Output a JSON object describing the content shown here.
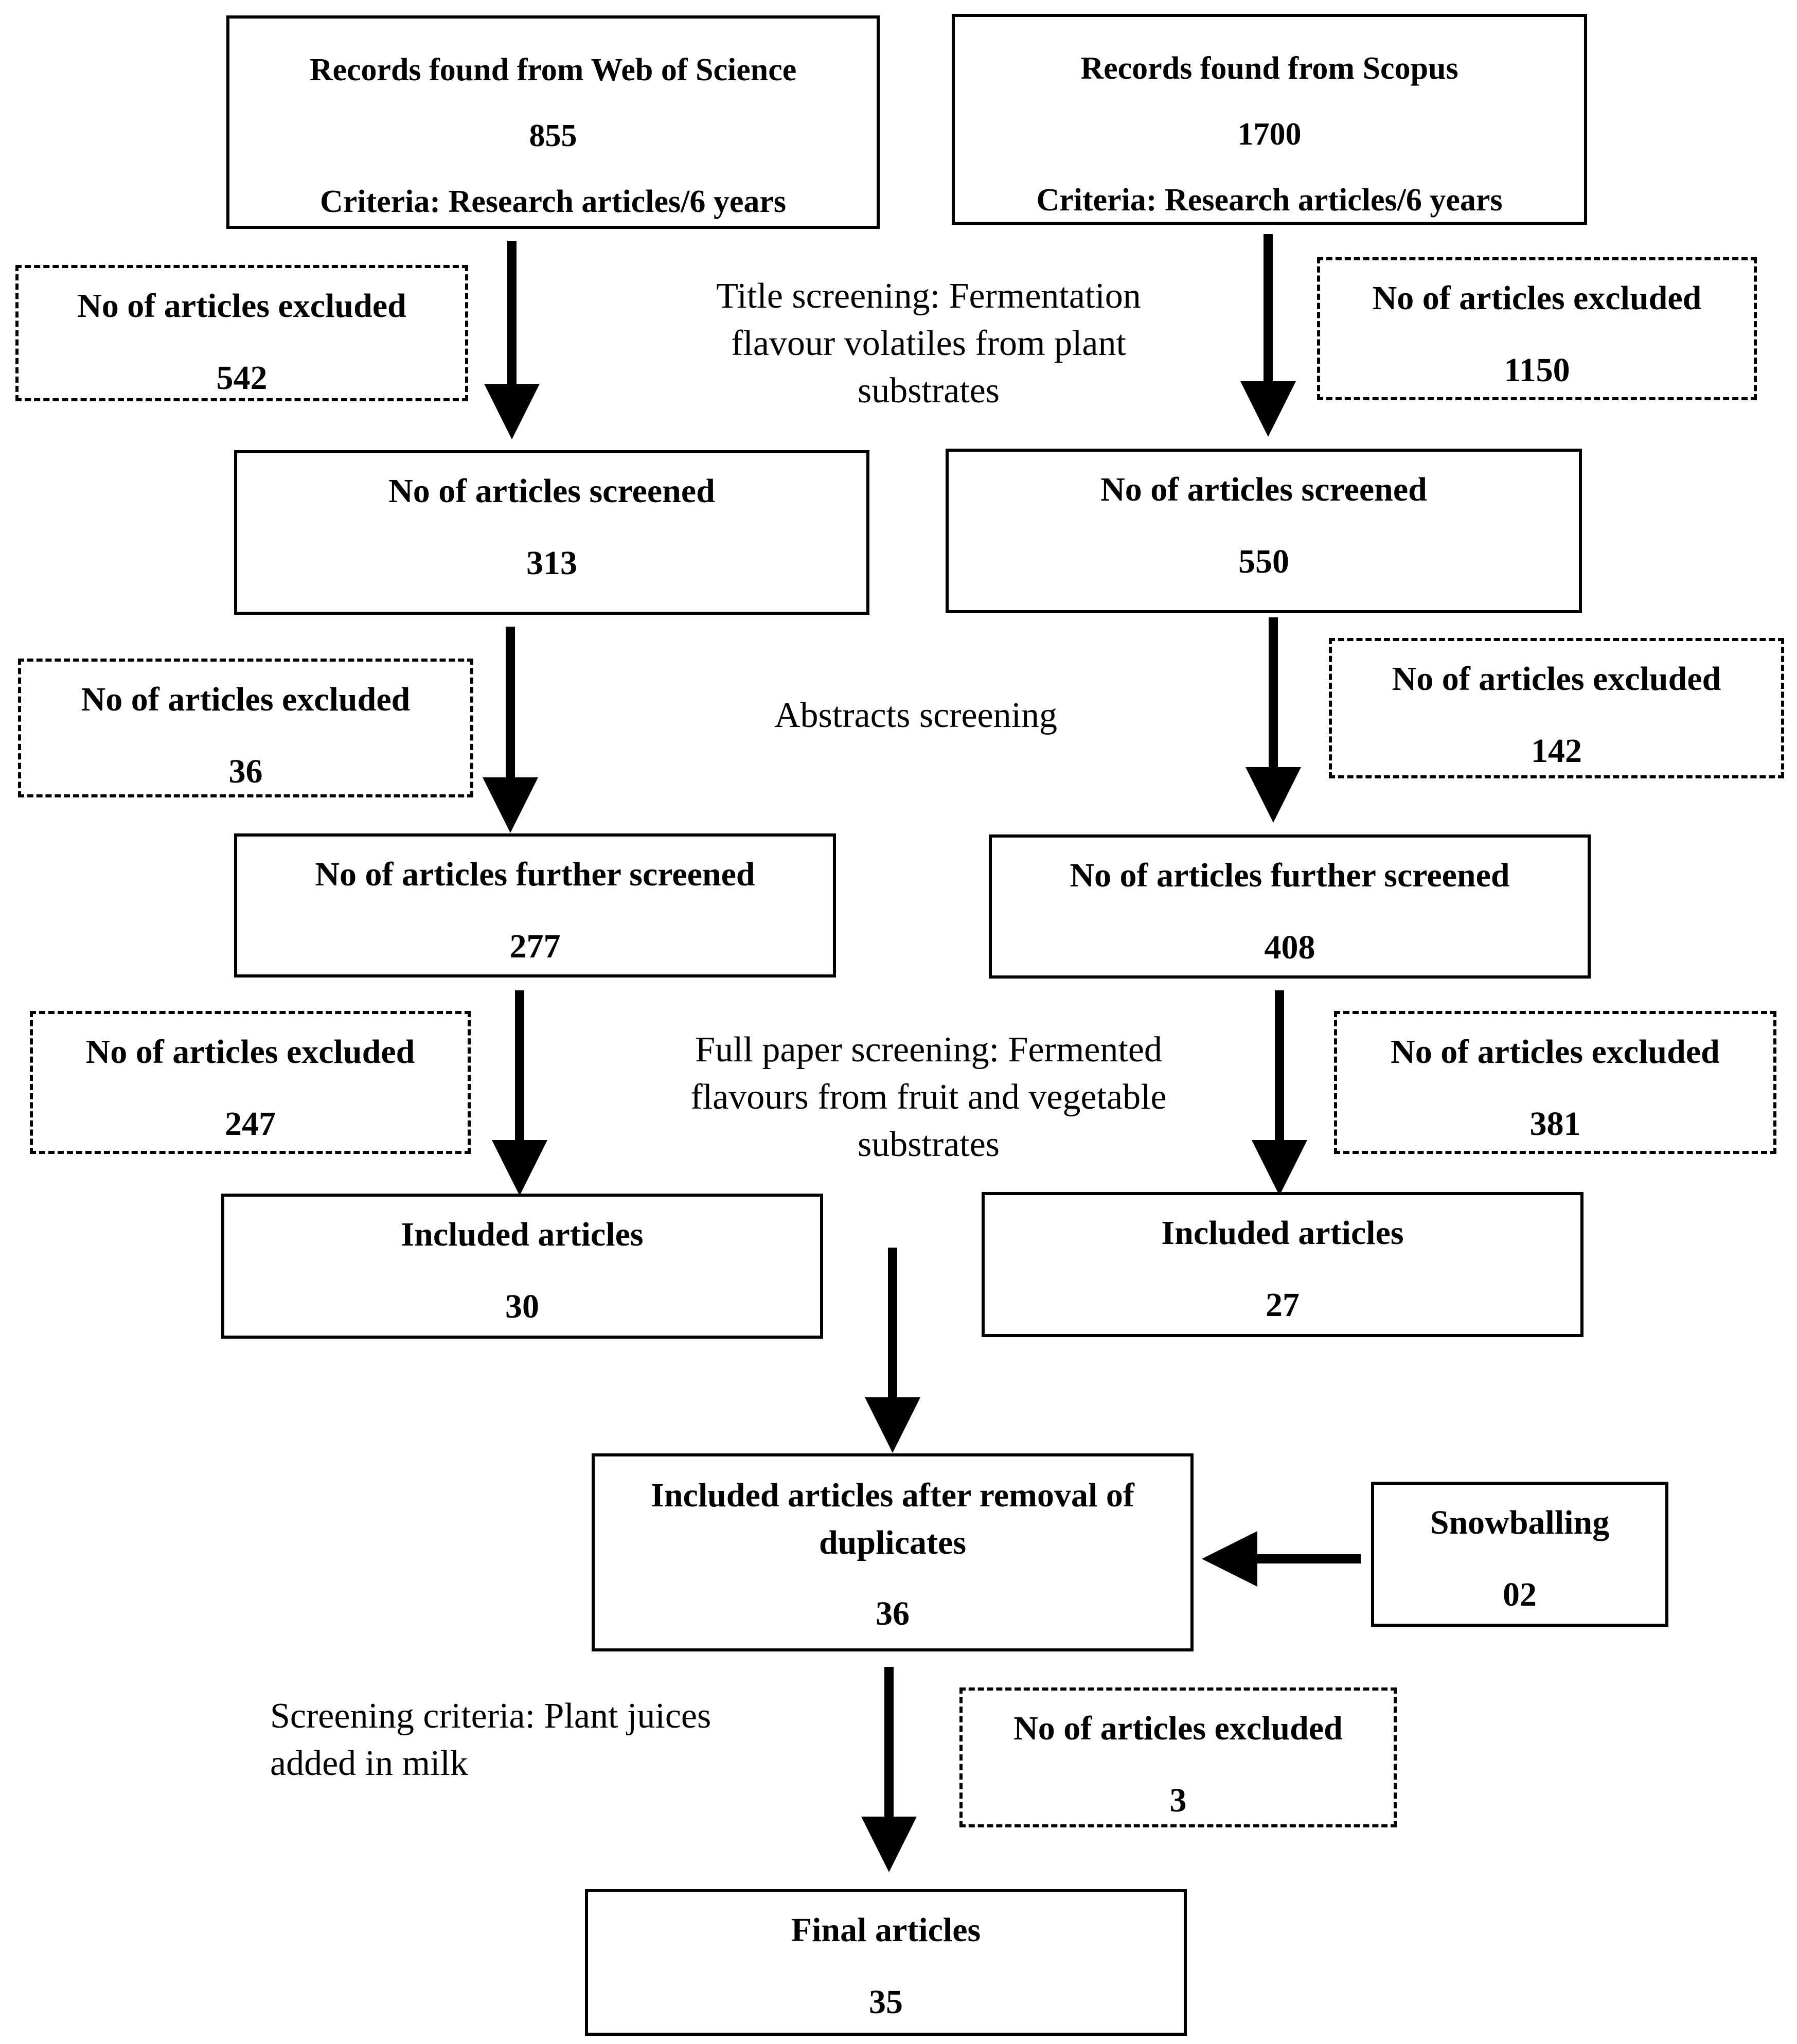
{
  "wos": {
    "title": "Records found from Web of Science",
    "count": "855",
    "criteria": "Criteria: Research articles/6 years"
  },
  "scopus": {
    "title": "Records found from Scopus",
    "count": "1700",
    "criteria": "Criteria: Research articles/6 years"
  },
  "notes": {
    "title_screening": "Title screening: Fermentation flavour volatiles from plant substrates",
    "abstracts_screening": "Abstracts screening",
    "full_paper_screening": "Full paper screening: Fermented flavours from fruit and vegetable substrates",
    "screening_criteria": "Screening criteria: Plant juices added in milk"
  },
  "left": {
    "excluded1": {
      "label": "No of articles excluded",
      "count": "542"
    },
    "screened": {
      "label": "No of articles screened",
      "count": "313"
    },
    "excluded2": {
      "label": "No of articles excluded",
      "count": "36"
    },
    "further": {
      "label": "No of articles further screened",
      "count": "277"
    },
    "excluded3": {
      "label": "No of articles excluded",
      "count": "247"
    },
    "included": {
      "label": "Included articles",
      "count": "30"
    }
  },
  "right": {
    "excluded1": {
      "label": "No of articles excluded",
      "count": "1150"
    },
    "screened": {
      "label": "No of articles screened",
      "count": "550"
    },
    "excluded2": {
      "label": "No of articles excluded",
      "count": "142"
    },
    "further": {
      "label": "No of articles further screened",
      "count": "408"
    },
    "excluded3": {
      "label": "No of articles excluded",
      "count": "381"
    },
    "included": {
      "label": "Included articles",
      "count": "27"
    }
  },
  "dedup": {
    "label": "Included articles after removal of duplicates",
    "count": "36"
  },
  "snowballing": {
    "label": "Snowballing",
    "count": "02"
  },
  "final_excluded": {
    "label": "No of articles excluded",
    "count": "3"
  },
  "final": {
    "label": "Final articles",
    "count": "35"
  }
}
